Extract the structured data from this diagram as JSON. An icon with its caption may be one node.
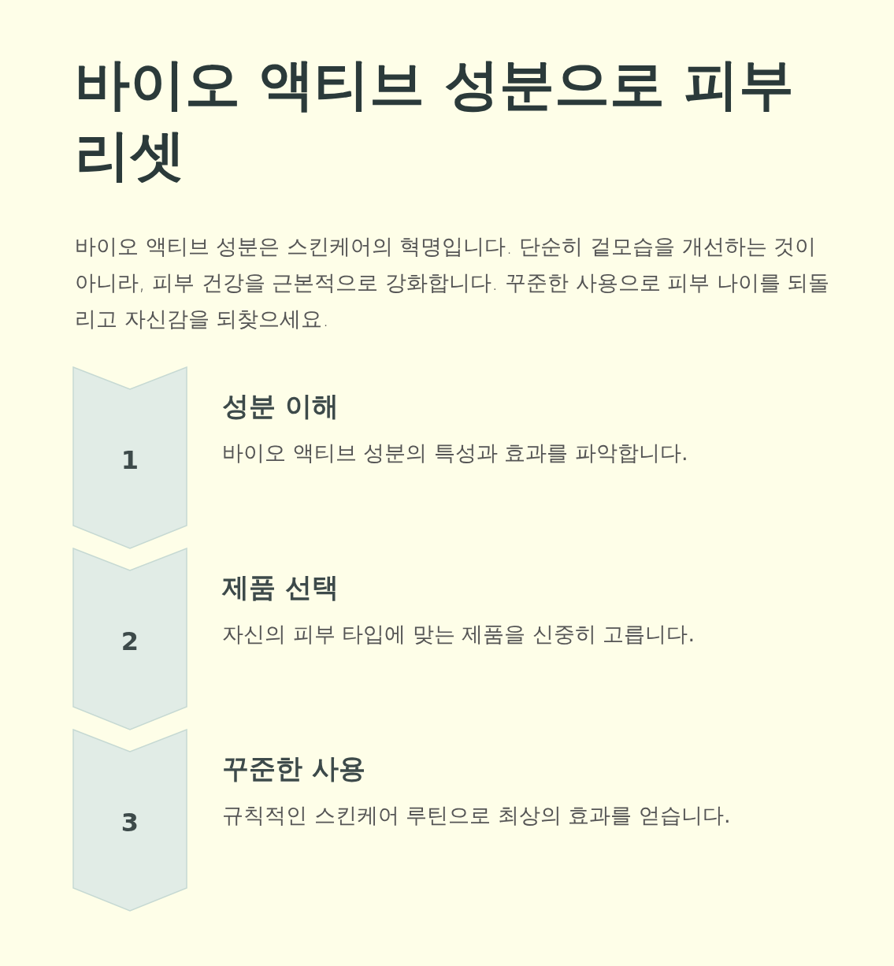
{
  "diagram": {
    "title": "바이오 액티브 성분으로 피부 리셋",
    "nodes": [
      {
        "text": [
          "1"
        ],
        "beside": [
          "성분 이해",
          "바이오 액티브 성분의 특성과 효과를 파악합니다."
        ]
      },
      {
        "text": [
          "2"
        ],
        "beside": [
          "제품 선택",
          "자신의 피부 타입에 맞는 제품을 신중히 고릅니다."
        ]
      },
      {
        "text": [
          "3"
        ],
        "beside": [
          "꾸준한 사용",
          "규칙적인 스킨케어 루틴으로 최상의 효과를 얻습니다."
        ]
      }
    ],
    "edges": [],
    "labels": [
      "바이오 액티브 성분은 스킨케어의 혁명입니다. 단순히 겉모습을 개선하는 것이 아니라, 피부 건강을 근본적으로 강화합니다. 꾸준한 사용으로 피부 나이를 되돌리고 자신감을 되찾으세요."
    ]
  }
}
